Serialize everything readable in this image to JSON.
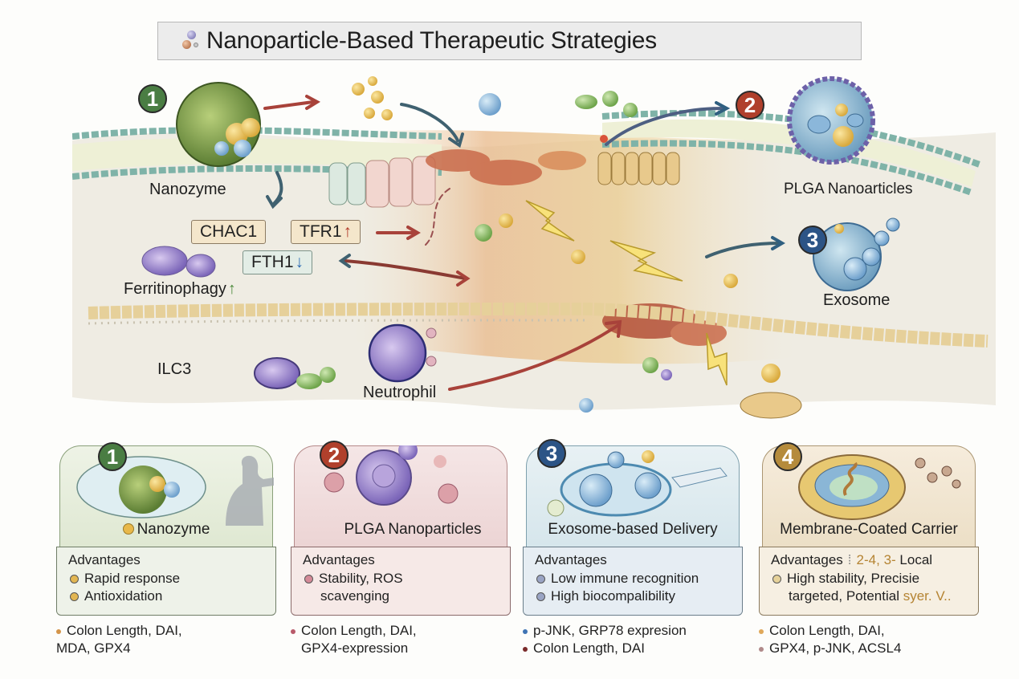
{
  "title": "Nanoparticle-Based Therapeutic Strategies",
  "illustration": {
    "labels": {
      "nanozyme": "Nanozyme",
      "plga": "PLGA Nanoarticles",
      "exosome": "Exosome",
      "ferritinophagy": "Ferritinophagy",
      "ilc3": "ILC3",
      "neutrophil": "Neutrophil"
    },
    "badges": {
      "one": "1",
      "two": "2",
      "three": "3"
    },
    "genes": {
      "chac1": "CHAC1",
      "tfr1": "TFR1",
      "tfr1_arrow": "↑",
      "fth1": "FTH1",
      "fth1_arrow": "↓",
      "ferritinophagy_arrow": "↑"
    }
  },
  "cards": [
    {
      "number": "1",
      "name": "Nanozyme",
      "advantages_title": "Advantages",
      "advantages": [
        "Rapid response",
        "Antioxidation"
      ],
      "outcomes": [
        "Colon Length, DAI,",
        "MDA, GPX4"
      ],
      "accent": "#4a7d43"
    },
    {
      "number": "2",
      "name": "PLGA Nanoparticles",
      "advantages_title": "Advantages",
      "advantages": [
        "Stability, ROS",
        "scavenging"
      ],
      "outcomes": [
        "Colon Length, DAI,",
        "GPX4-expression"
      ],
      "accent": "#b0402c"
    },
    {
      "number": "3",
      "name": "Exosome-based Delivery",
      "advantages_title": "Advantages",
      "advantages": [
        "Low immune recognition",
        "High biocompalibility"
      ],
      "outcomes": [
        "p-JNK, GRP78 expresion",
        "Colon Length, DAI"
      ],
      "accent": "#2c5486"
    },
    {
      "number": "4",
      "name": "Membrane-Coated Carrier",
      "advantages_title": "Advantages",
      "advantages_extra": {
        "sep": "⁞",
        "range": "2-4,",
        "num": "3-",
        "word": "Local"
      },
      "advantages": [
        "High stability, Precisie",
        "targeted, Potential"
      ],
      "advantages_tail": "syer. V..",
      "outcomes": [
        "Colon Length, DAI,",
        "GPX4, p-JNK, ACSL4"
      ],
      "accent": "#b58b3c"
    }
  ],
  "colors": {
    "green": "#4a7d43",
    "red": "#b0402c",
    "blue": "#2c5486",
    "gold": "#b58b3c",
    "arrow_red": "#a8423a",
    "arrow_blue": "#2f5f80"
  }
}
